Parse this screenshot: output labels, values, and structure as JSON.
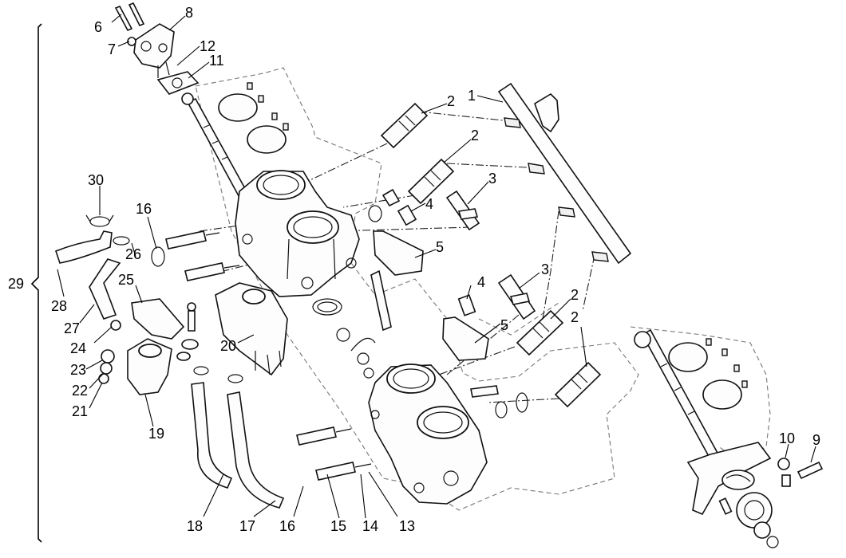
{
  "diagram": {
    "callouts": [
      {
        "id": "c6",
        "text": "6"
      },
      {
        "id": "c8",
        "text": "8"
      },
      {
        "id": "c7",
        "text": "7"
      },
      {
        "id": "c12",
        "text": "12"
      },
      {
        "id": "c11",
        "text": "11"
      },
      {
        "id": "c1",
        "text": "1"
      },
      {
        "id": "c2a",
        "text": "2"
      },
      {
        "id": "c2b",
        "text": "2"
      },
      {
        "id": "c3a",
        "text": "3"
      },
      {
        "id": "c4a",
        "text": "4"
      },
      {
        "id": "c5a",
        "text": "5"
      },
      {
        "id": "c30",
        "text": "30"
      },
      {
        "id": "c16a",
        "text": "16"
      },
      {
        "id": "c26",
        "text": "26"
      },
      {
        "id": "c25",
        "text": "25"
      },
      {
        "id": "c28",
        "text": "28"
      },
      {
        "id": "c27",
        "text": "27"
      },
      {
        "id": "c4b",
        "text": "4"
      },
      {
        "id": "c3b",
        "text": "3"
      },
      {
        "id": "c2c",
        "text": "2"
      },
      {
        "id": "c2d",
        "text": "2"
      },
      {
        "id": "c5b",
        "text": "5"
      },
      {
        "id": "c24",
        "text": "24"
      },
      {
        "id": "c20",
        "text": "20"
      },
      {
        "id": "c23",
        "text": "23"
      },
      {
        "id": "c22",
        "text": "22"
      },
      {
        "id": "c21",
        "text": "21"
      },
      {
        "id": "c19",
        "text": "19"
      },
      {
        "id": "c10",
        "text": "10"
      },
      {
        "id": "c9",
        "text": "9"
      },
      {
        "id": "c18",
        "text": "18"
      },
      {
        "id": "c17",
        "text": "17"
      },
      {
        "id": "c16b",
        "text": "16"
      },
      {
        "id": "c15",
        "text": "15"
      },
      {
        "id": "c14",
        "text": "14"
      },
      {
        "id": "c13",
        "text": "13"
      }
    ],
    "group_label": "29"
  }
}
